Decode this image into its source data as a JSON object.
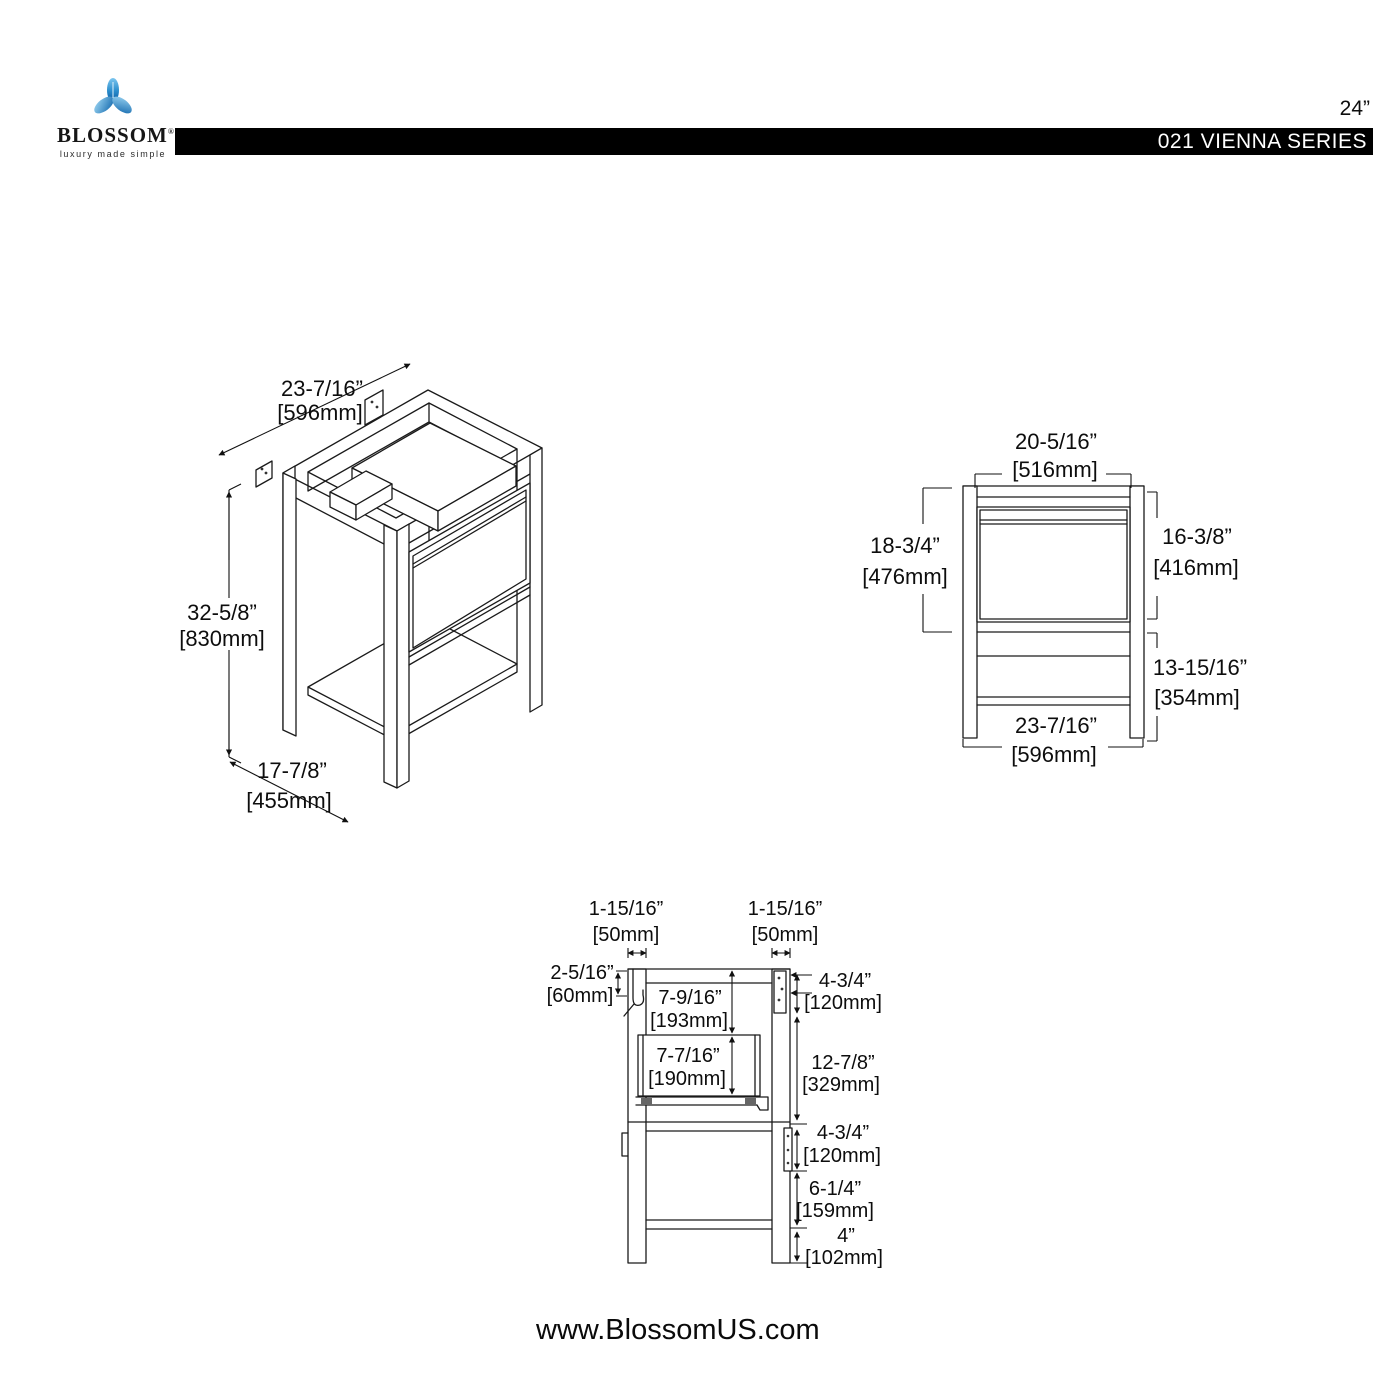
{
  "header": {
    "brand": "BLOSSOM",
    "registered": "®",
    "tagline": "luxury made simple",
    "size_label": "24”",
    "series_label": "021 VIENNA SERIES"
  },
  "iso_view": {
    "width_in": "23-7/16”",
    "width_mm": "[596mm]",
    "height_in": "32-5/8”",
    "height_mm": "[830mm]",
    "depth_in": "17-7/8”",
    "depth_mm": "[455mm]"
  },
  "front_view": {
    "top_in": "20-5/16”",
    "top_mm": "[516mm]",
    "left_in": "18-3/4”",
    "left_mm": "[476mm]",
    "right_upper_in": "16-3/8”",
    "right_upper_mm": "[416mm]",
    "right_lower_in": "13-15/16”",
    "right_lower_mm": "[354mm]",
    "bottom_in": "23-7/16”",
    "bottom_mm": "[596mm]"
  },
  "side_view": {
    "leg_left_in": "1-15/16”",
    "leg_left_mm": "[50mm]",
    "leg_right_in": "1-15/16”",
    "leg_right_mm": "[50mm]",
    "offset_in": "2-5/16”",
    "offset_mm": "[60mm]",
    "inner_upper_in": "7-9/16”",
    "inner_upper_mm": "[193mm]",
    "inner_lower_in": "7-7/16”",
    "inner_lower_mm": "[190mm]",
    "bracket_top_in": "4-3/4”",
    "bracket_top_mm": "[120mm]",
    "span_in": "12-7/8”",
    "span_mm": "[329mm]",
    "bracket_bottom_in": "4-3/4”",
    "bracket_bottom_mm": "[120mm]",
    "shelf_gap_in": "6-1/4”",
    "shelf_gap_mm": "[159mm]",
    "foot_in": "4”",
    "foot_mm": "[102mm]"
  },
  "footer": {
    "website": "www.BlossomUS.com"
  },
  "colors": {
    "bar_background": "#000000",
    "logo_blue_dark": "#0a57a0",
    "logo_blue_light": "#7cc6ef",
    "line_color": "#1a1a1a"
  }
}
